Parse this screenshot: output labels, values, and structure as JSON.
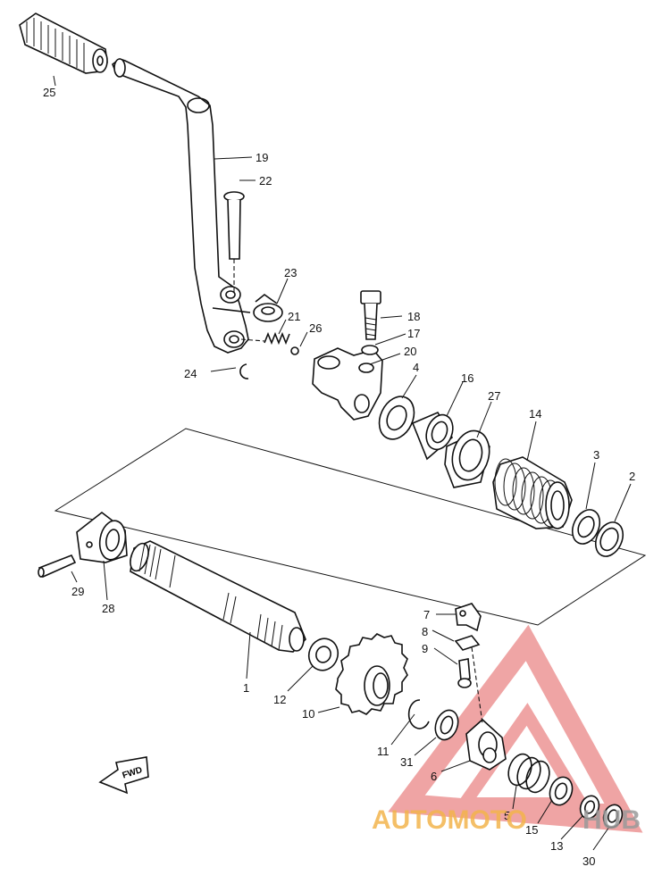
{
  "callouts": [
    "25",
    "19",
    "22",
    "23",
    "21",
    "26",
    "18",
    "17",
    "20",
    "24",
    "4",
    "16",
    "27",
    "14",
    "3",
    "2",
    "29",
    "28",
    "7",
    "8",
    "9",
    "1",
    "12",
    "10",
    "11",
    "31",
    "6",
    "5",
    "15",
    "13",
    "30"
  ],
  "fwd_label": "FWD",
  "watermark": {
    "prefix": "AUTOMOTO",
    "suffix": "HUB",
    "prefix_color": "#f2b44c",
    "suffix_color": "#9a9a9a",
    "logo_color": "#e25b5b"
  }
}
